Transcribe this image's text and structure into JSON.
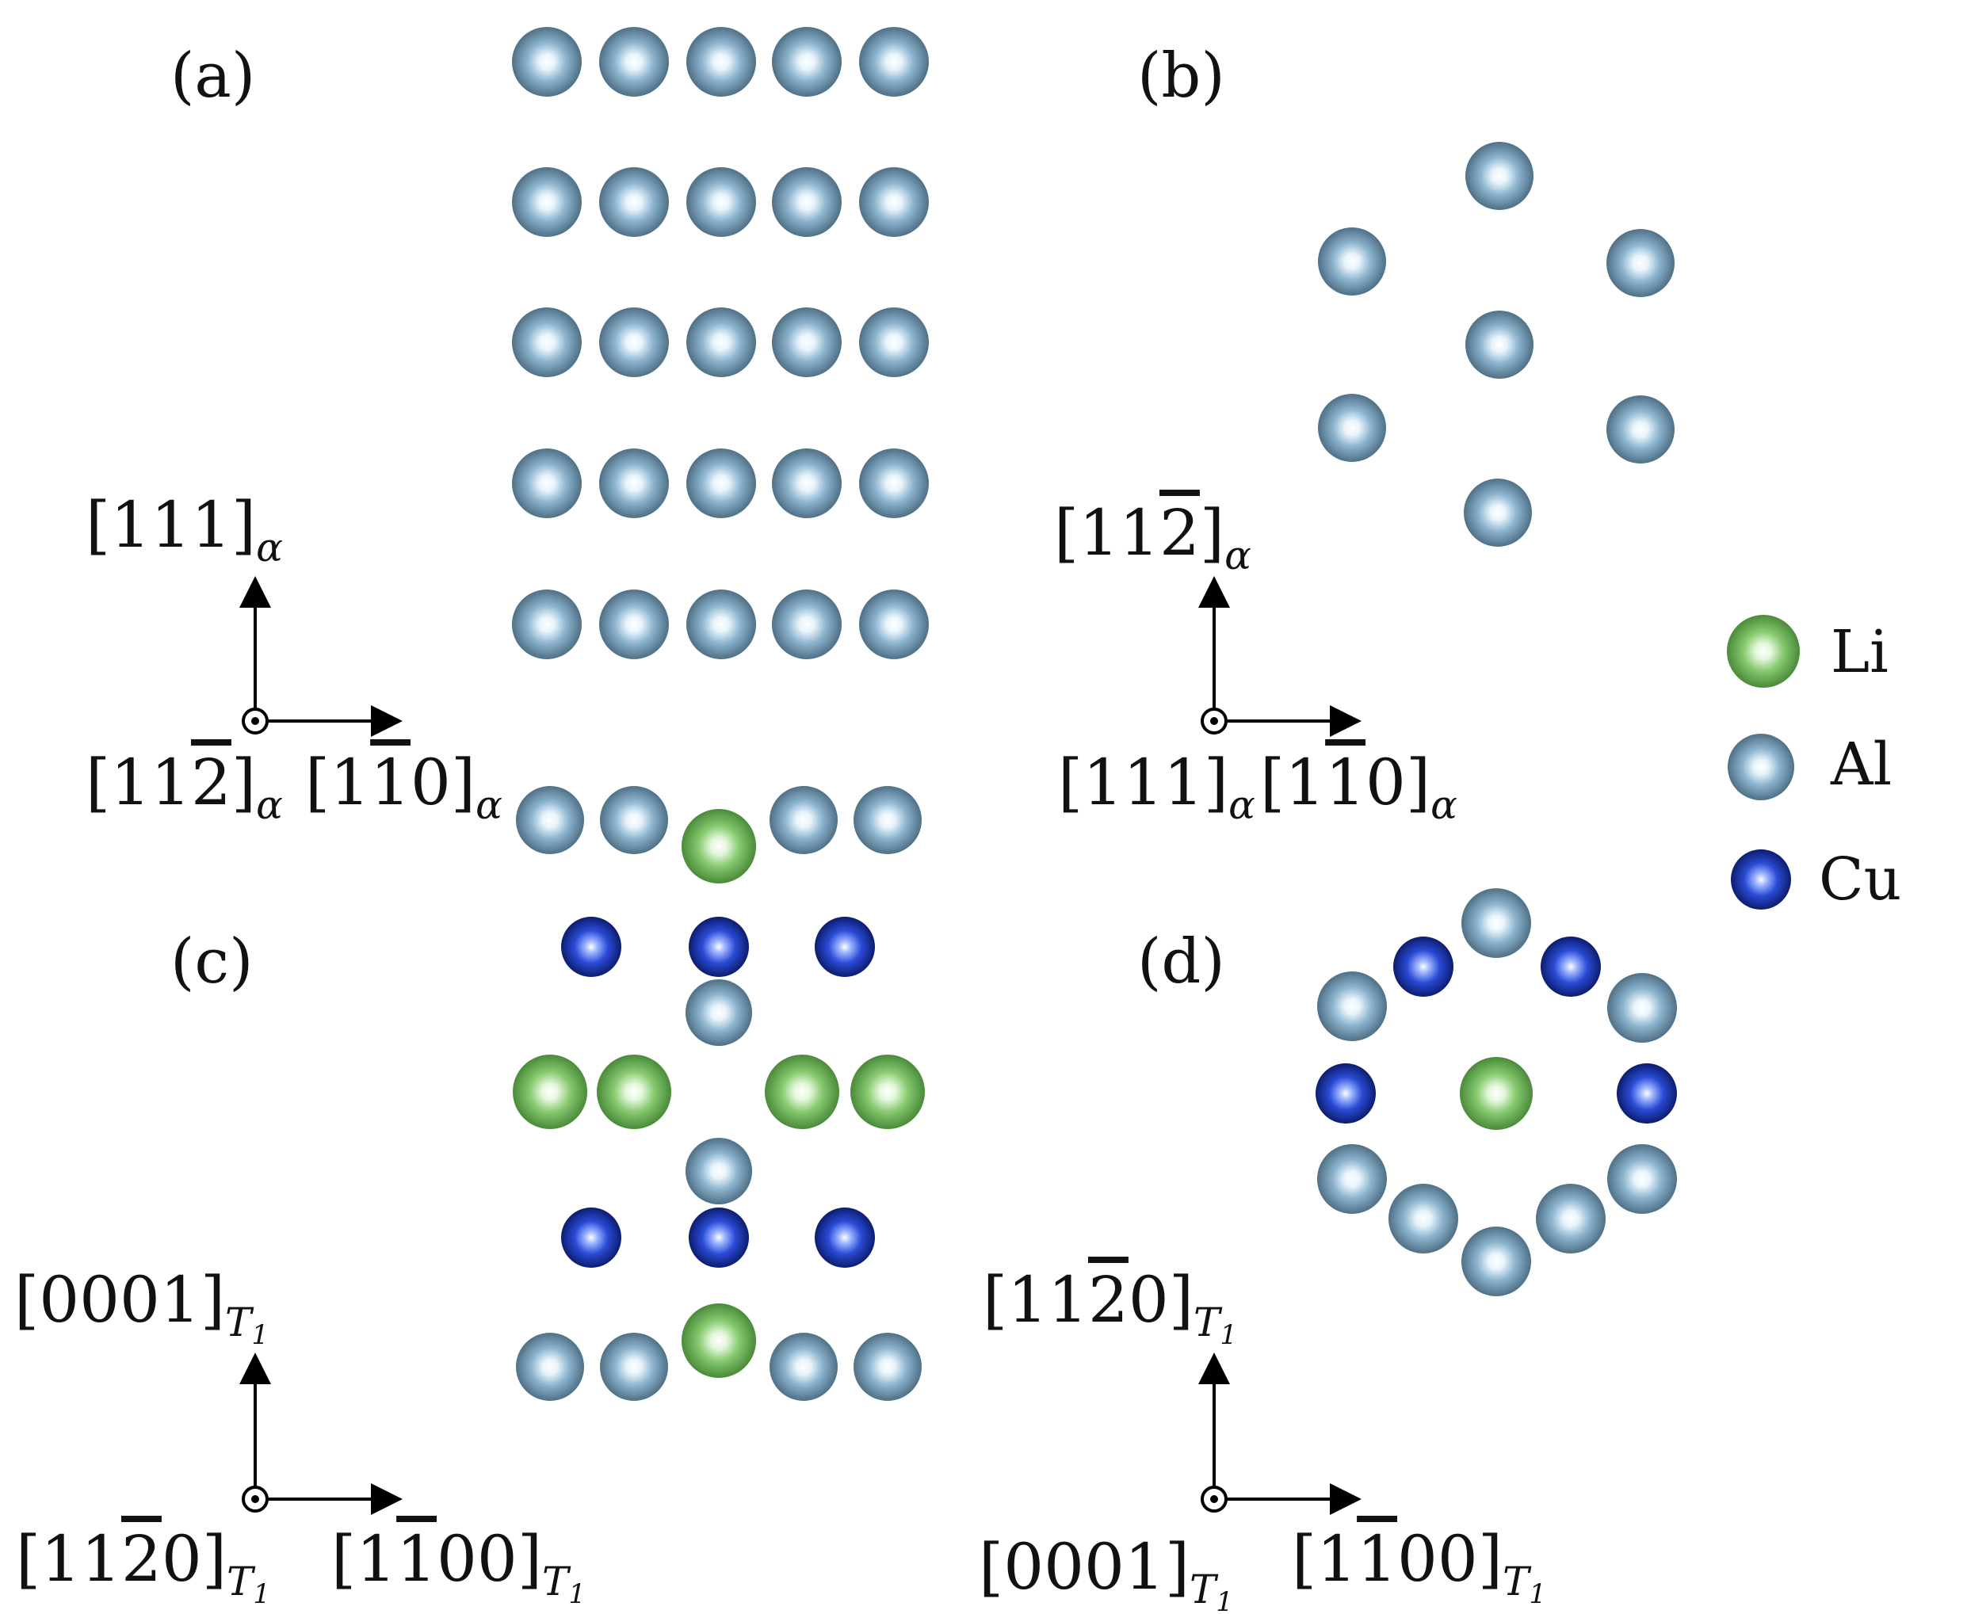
{
  "atom_colors": {
    "Li": "#7ec56a",
    "Al": "#7fa7c2",
    "Cu": "#2340c0"
  },
  "legend": [
    {
      "element": "Li",
      "label": "Li"
    },
    {
      "element": "Al",
      "label": "Al"
    },
    {
      "element": "Cu",
      "label": "Cu"
    }
  ],
  "panels": [
    {
      "label": "(a)",
      "up_axis": {
        "miller": "111",
        "bar": "",
        "subscript": "α"
      },
      "out_axis": {
        "miller": "112",
        "bar": "2",
        "subscript": "α"
      },
      "right_axis": {
        "miller": "110",
        "bar": "1",
        "subscript": "α"
      }
    },
    {
      "label": "(b)",
      "up_axis": {
        "miller": "112",
        "bar": "2",
        "subscript": "α"
      },
      "out_axis": {
        "miller": "111",
        "bar": "",
        "subscript": "α"
      },
      "right_axis": {
        "miller": "110",
        "bar": "1",
        "subscript": "α"
      }
    },
    {
      "label": "(c)",
      "up_axis": {
        "miller": "0001",
        "bar": "",
        "subscript": "T1"
      },
      "out_axis": {
        "miller": "1120",
        "bar": "2",
        "subscript": "T1"
      },
      "right_axis": {
        "miller": "1100",
        "bar": "1",
        "subscript": "T1"
      }
    },
    {
      "label": "(d)",
      "up_axis": {
        "miller": "1120",
        "bar": "2",
        "subscript": "T1"
      },
      "out_axis": {
        "miller": "0001",
        "bar": "",
        "subscript": "T1"
      },
      "right_axis": {
        "miller": "1100",
        "bar": "1",
        "subscript": "T1"
      }
    }
  ]
}
